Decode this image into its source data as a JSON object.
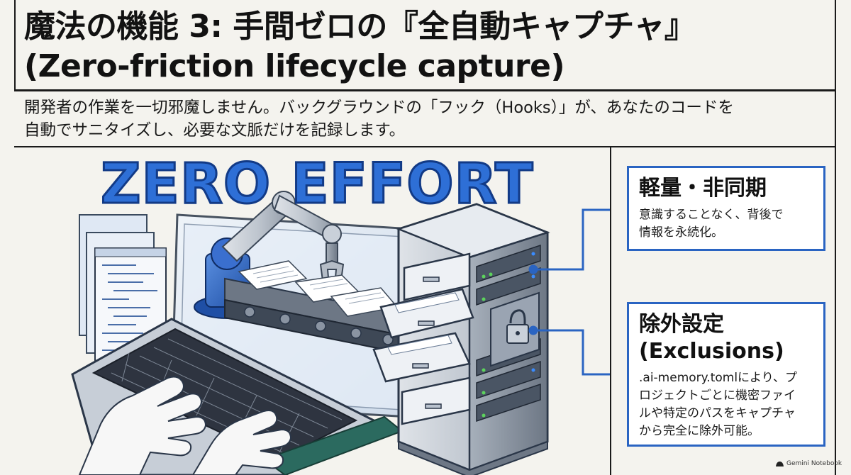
{
  "slide": {
    "title_line1": "魔法の機能 3: 手間ゼロの『全自動キャプチャ』",
    "title_line2": "(Zero-friction lifecycle capture)",
    "subtitle_line1": "開発者の作業を一切邪魔しません。バックグラウンドの「フック（Hooks）」が、あなたのコードを",
    "subtitle_line2": "自動でサニタイズし、必要な文脈だけを記録します。"
  },
  "illustration": {
    "headline": "ZERO EFFORT"
  },
  "cards": [
    {
      "title": "軽量・非同期",
      "body_line1": "意識することなく、背後で",
      "body_line2": "情報を永続化。"
    },
    {
      "title_line1": "除外設定",
      "title_line2": "(Exclusions)",
      "body_line1": ".ai-memory.tomlにより、プ",
      "body_line2": "ロジェクトごとに機密ファイ",
      "body_line3": "ルや特定のパスをキャプチャ",
      "body_line4": "から完全に除外可能。"
    }
  ],
  "watermark": {
    "icon": "gemini-notebook-icon",
    "text": "Gemini Notebook"
  },
  "colors": {
    "background": "#f4f3ee",
    "accent_blue": "#2a64c2",
    "headline_blue": "#2e6fd6",
    "rule": "#1a1a1a"
  }
}
